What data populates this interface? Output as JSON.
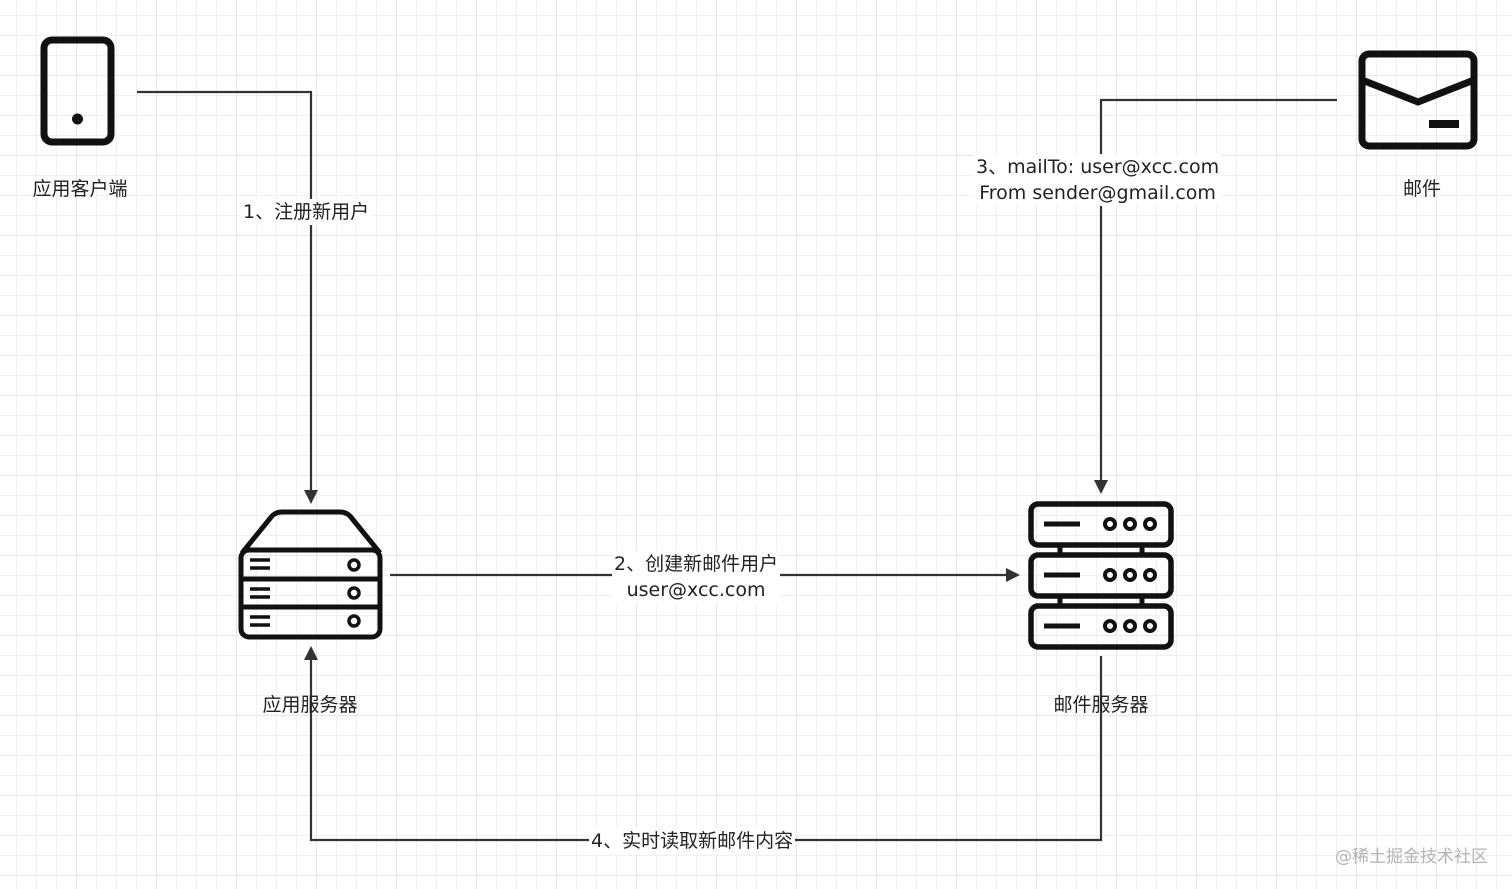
{
  "nodes": {
    "client": {
      "label": "应用客户端",
      "icon": "smartphone-icon"
    },
    "mail": {
      "label": "邮件",
      "icon": "envelope-icon"
    },
    "app_server": {
      "label": "应用服务器",
      "icon": "server-icon"
    },
    "mail_server": {
      "label": "邮件服务器",
      "icon": "server-rack-icon"
    }
  },
  "edges": {
    "register": {
      "line1": "1、注册新用户"
    },
    "create_mail_user": {
      "line1": "2、创建新邮件用户",
      "line2": "user@xcc.com"
    },
    "mail_to": {
      "line1": "3、mailTo: user@xcc.com",
      "line2": "From sender@gmail.com"
    },
    "read_mail": {
      "line1": "4、实时读取新邮件内容"
    }
  },
  "watermark": "@稀土掘金技术社区",
  "colors": {
    "stroke": "#111111",
    "edge": "#333333",
    "grid": "#e6e6e6",
    "watermark": "#b3b3b3"
  }
}
